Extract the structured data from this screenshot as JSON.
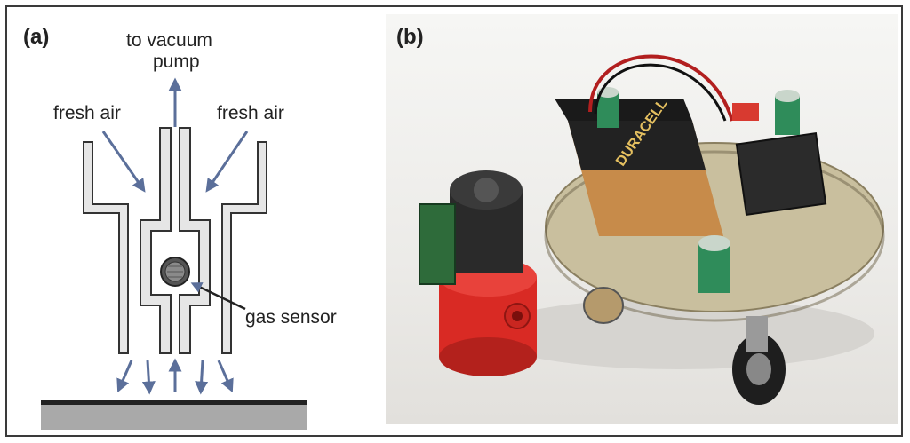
{
  "panel_a": {
    "label": "(a)",
    "to_vacuum_pump": [
      "to vacuum",
      "pump"
    ],
    "fresh_air_left": "fresh air",
    "fresh_air_right": "fresh air",
    "gas_sensor": "gas sensor"
  },
  "panel_b": {
    "label": "(b)",
    "battery_brand": "DURACELL"
  },
  "colors": {
    "arrow": "#5b6f9a",
    "tube_fill": "#e6e6e6",
    "tube_stroke": "#333333",
    "surface_top": "#222222",
    "surface_body": "#a9a9a9"
  }
}
